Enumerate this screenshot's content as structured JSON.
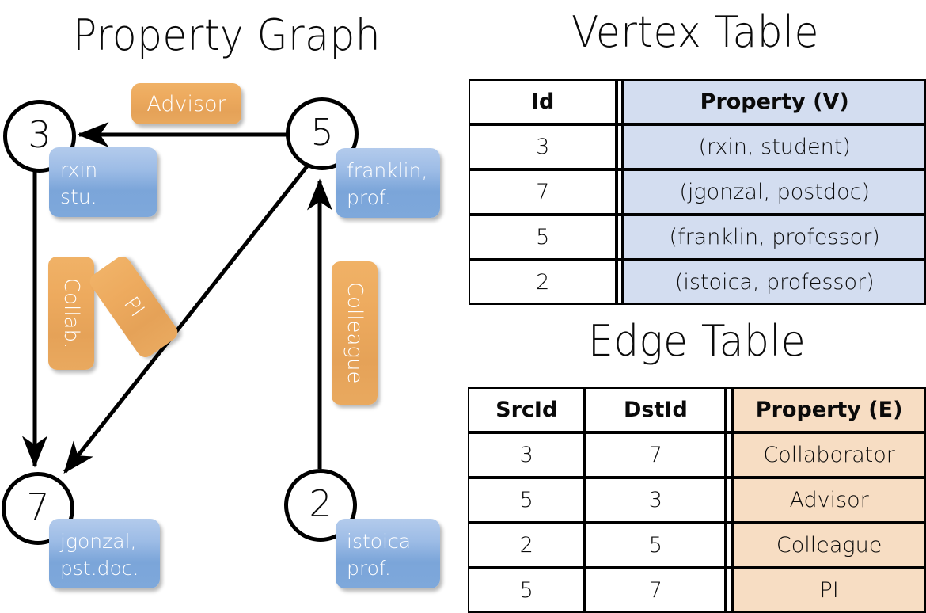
{
  "graph": {
    "title": "Property Graph",
    "nodes": [
      {
        "id": "3",
        "property_lines": [
          "rxin",
          "stu."
        ]
      },
      {
        "id": "5",
        "property_lines": [
          "franklin,",
          "prof."
        ]
      },
      {
        "id": "7",
        "property_lines": [
          "jgonzal,",
          "pst.doc."
        ]
      },
      {
        "id": "2",
        "property_lines": [
          "istoica",
          "prof."
        ]
      }
    ],
    "edge_labels": {
      "advisor": "Advisor",
      "collab": "Collab.",
      "pi": "PI",
      "colleague": "Colleague"
    },
    "colors": {
      "node_stroke": "#000000",
      "node_fill": "#ffffff",
      "property_box": "#7ba5d9",
      "edge_label_box": "#eaa75c",
      "arrow": "#000000"
    }
  },
  "vertex_table": {
    "title": "Vertex Table",
    "headers": [
      "Id",
      "Property (V)"
    ],
    "rows": [
      [
        "3",
        "(rxin, student)"
      ],
      [
        "7",
        "(jgonzal, postdoc)"
      ],
      [
        "5",
        "(franklin, professor)"
      ],
      [
        "2",
        "(istoica, professor)"
      ]
    ],
    "property_cell_color": "#d3ddf0"
  },
  "edge_table": {
    "title": "Edge Table",
    "headers": [
      "SrcId",
      "DstId",
      "Property (E)"
    ],
    "rows": [
      [
        "3",
        "7",
        "Collaborator"
      ],
      [
        "5",
        "3",
        "Advisor"
      ],
      [
        "2",
        "5",
        "Colleague"
      ],
      [
        "5",
        "7",
        "PI"
      ]
    ],
    "property_cell_color": "#f7ddc3"
  }
}
